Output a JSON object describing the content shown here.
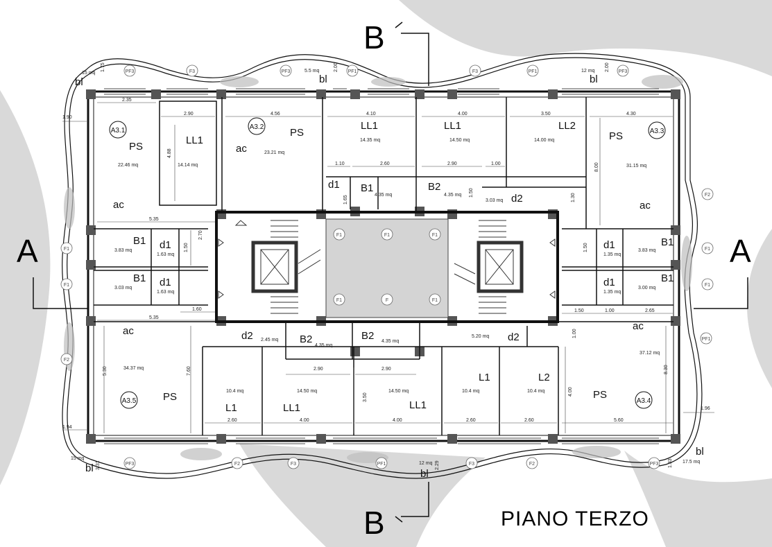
{
  "title": "PIANO TERZO",
  "section_marks": {
    "a": "A",
    "b": "B"
  },
  "rooms": {
    "ps": "PS",
    "ll1": "LL1",
    "ll2": "LL2",
    "l1": "L1",
    "l2": "L2",
    "b1": "B1",
    "b2": "B2",
    "d1": "d1",
    "d2": "d2",
    "ac": "ac",
    "bl": "bl"
  },
  "apartments": [
    "A3.1",
    "A3.2",
    "A3.3",
    "A3.4",
    "A3.5"
  ],
  "areas": {
    "a31_ps": "22.46 mq",
    "a31_ll1": "14.14 mq",
    "a32_ps": "23.21 mq",
    "ll1_top_a": "14.35 mq",
    "ll1_top_b": "14.50 mq",
    "ll2_top": "14.00 mq",
    "a33_ps": "31.15 mq",
    "b1_top_a": "4.35 mq",
    "b2_top_a": "4.35 mq",
    "d2_top": "3.03 mq",
    "b1_left_a": "3.83 mq",
    "d1_left_a": "1.63 mq",
    "b1_left_b": "3.03 mq",
    "d1_left_b": "1.63 mq",
    "d1_right_a": "1.35 mq",
    "b1_right_a": "3.83 mq",
    "d1_right_b": "1.35 mq",
    "b1_right_b": "3.00 mq",
    "a35_ps": "34.37 mq",
    "a34_ps": "37.12 mq",
    "d2_bot_l": "2.45 mq",
    "b2_bot": "4.35 mq",
    "b2_bot_b": "4.35 mq",
    "d2_bot_r": "5.20 mq",
    "l1_bot_a": "10.4 mq",
    "ll1_bot_a": "14.50 mq",
    "ll1_bot_b": "14.50 mq",
    "l1_bot_b": "10.4 mq",
    "l2_bot": "10.4 mq",
    "bl_tl": "15 mq",
    "bl_tm": "5.5 mq",
    "bl_tr": "12 mq",
    "bl_bl": "15 mq",
    "bl_bm": "12 mq",
    "bl_br": "17.5 mq"
  },
  "dims": {
    "d235": "2.35",
    "d290a": "2.90",
    "d456": "4.56",
    "d410": "4.10",
    "d400a": "4.00",
    "d350": "3.50",
    "d430": "4.30",
    "d110": "1.10",
    "d260a": "2.60",
    "d290b": "2.90",
    "d100a": "1.00",
    "d535a": "5.35",
    "d535b": "5.35",
    "d160": "1.60",
    "d290c": "2.90",
    "d290d": "2.90",
    "d260b": "2.60",
    "d400b": "4.00",
    "d400c": "4.00",
    "d260c": "2.60",
    "d260d": "2.60",
    "d560": "5.60",
    "d150a": "1.50",
    "d100b": "1.00",
    "d265": "2.65",
    "d190": "1.90",
    "d194": "1.94",
    "d196": "1.96",
    "v175": "1.75",
    "v200a": "2.00",
    "v200b": "2.00",
    "v488": "4.88",
    "v800": "8.00",
    "v165": "1.65",
    "v150a": "1.50",
    "v130": "1.30",
    "v270": "2.70",
    "v150b": "1.50",
    "v150c": "1.50",
    "v760": "7.60",
    "v530": "5.30",
    "v350": "3.50",
    "v400": "4.00",
    "v830": "8.30",
    "v100": "1.00",
    "v331": "3.31",
    "v229": "2.29",
    "v133": "1.33"
  },
  "tags": {
    "pf3": "PF3",
    "pf1": "PF1",
    "f3": "F3",
    "f2": "F2",
    "f1": "F1",
    "f": "F"
  }
}
